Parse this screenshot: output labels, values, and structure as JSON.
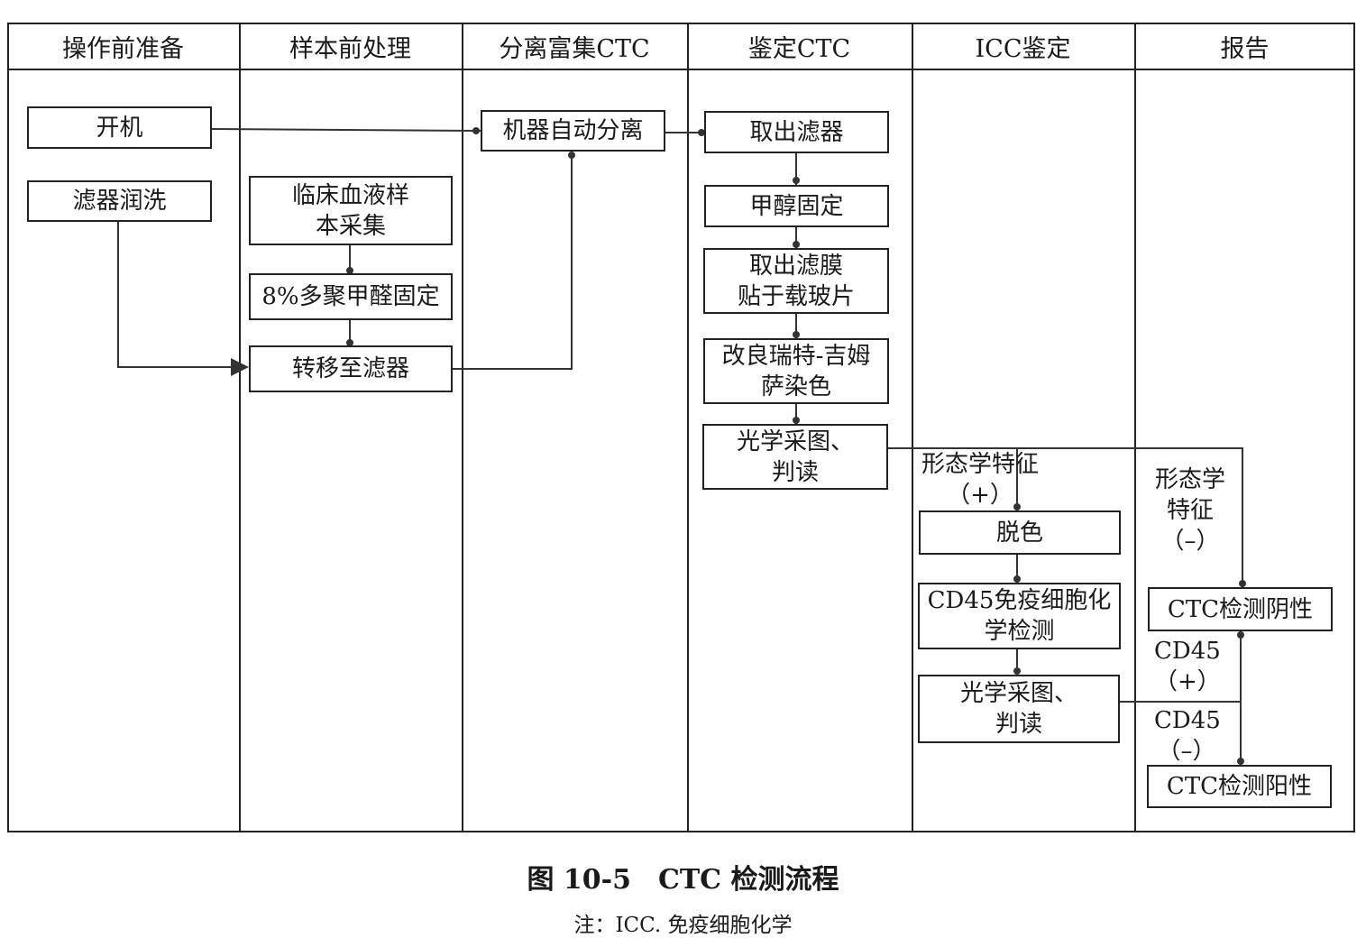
{
  "columns": [
    "操作前准备",
    "样本前处理",
    "分离富集CTC",
    "鉴定CTC",
    "ICC鉴定",
    "报告"
  ],
  "boxes": {
    "power_on": "开机",
    "filter_rinse": "滤器润洗",
    "blood_collection": "临床血液样\n本采集",
    "fixation": "8%多聚甲醛固定",
    "transfer": "转移至滤器",
    "auto_separation": "机器自动分离",
    "remove_filter": "取出滤器",
    "methanol_fix": "甲醇固定",
    "mount_membrane": "取出滤膜\n贴于载玻片",
    "wright_giemsa": "改良瑞特-吉姆\n萨染色",
    "imaging_1": "光学采图、\n判读",
    "decolor": "脱色",
    "cd45_icc": "CD45免疫细胞化\n学检测",
    "imaging_2": "光学采图、\n判读",
    "ctc_negative": "CTC检测阴性",
    "ctc_positive": "CTC检测阳性"
  },
  "labels": {
    "morph_pos": "形态学特征\n（+）",
    "morph_neg": "形态学\n特征\n（–）",
    "cd45_pos": "CD45\n（+）",
    "cd45_neg": "CD45\n（–）"
  },
  "caption": {
    "title": "图 10-5　CTC 检测流程",
    "note": "注：ICC. 免疫细胞化学"
  }
}
